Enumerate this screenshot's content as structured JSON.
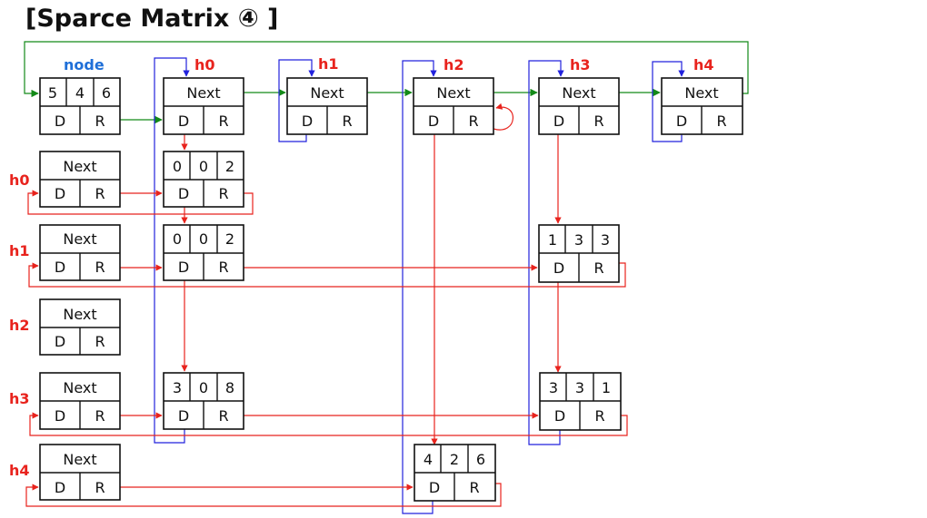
{
  "title": "[Sparce Matrix ④ ]",
  "colors": {
    "green": "#138a18",
    "red": "#e8231d",
    "blue": "#2222dd",
    "label_blue": "#1f6fd8"
  },
  "labels": {
    "node": "node",
    "h0": "h0",
    "h1": "h1",
    "h2": "h2",
    "h3": "h3",
    "h4": "h4"
  },
  "fields": {
    "next": "Next",
    "down": "D",
    "right": "R"
  },
  "matrix_header": {
    "rows": "5",
    "cols": "4",
    "nonzero": "6"
  },
  "entries": {
    "e0": [
      "0",
      "0",
      "2"
    ],
    "e1": [
      "0",
      "0",
      "2"
    ],
    "e2": [
      "1",
      "3",
      "3"
    ],
    "e3": [
      "3",
      "0",
      "8"
    ],
    "e4": [
      "3",
      "3",
      "1"
    ],
    "e5": [
      "4",
      "2",
      "6"
    ]
  }
}
